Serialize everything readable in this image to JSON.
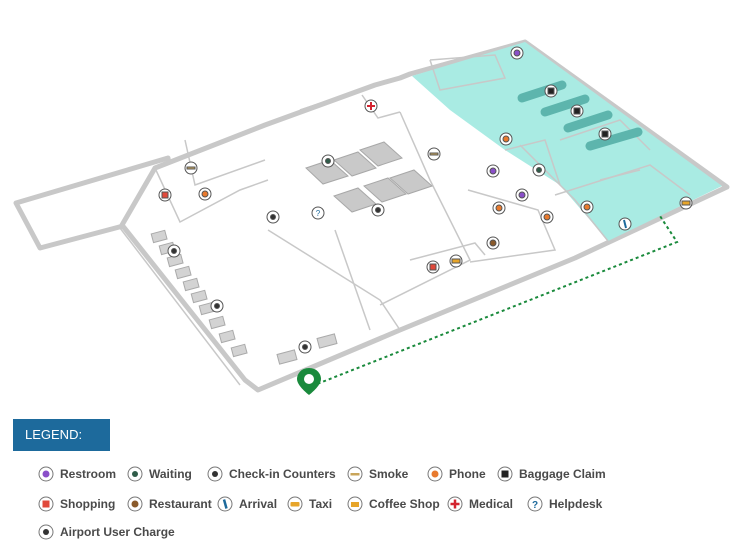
{
  "legend": {
    "heading": "LEGEND:",
    "items": [
      {
        "label": "Restroom",
        "icon": "restroom-icon"
      },
      {
        "label": "Waiting",
        "icon": "waiting-icon"
      },
      {
        "label": "Check-in Counters",
        "icon": "check-in-icon"
      },
      {
        "label": "Smoke",
        "icon": "smoke-icon"
      },
      {
        "label": "Phone",
        "icon": "phone-icon"
      },
      {
        "label": "Baggage Claim",
        "icon": "baggage-claim-icon"
      },
      {
        "label": "Shopping",
        "icon": "shopping-icon"
      },
      {
        "label": "Restaurant",
        "icon": "restaurant-icon"
      },
      {
        "label": "Arrival",
        "icon": "arrival-icon"
      },
      {
        "label": "Taxi",
        "icon": "taxi-icon"
      },
      {
        "label": "Coffee Shop",
        "icon": "coffee-shop-icon"
      },
      {
        "label": "Medical",
        "icon": "medical-icon"
      },
      {
        "label": "Helpdesk",
        "icon": "helpdesk-icon"
      },
      {
        "label": "Airport User Charge",
        "icon": "airport-user-charge-icon"
      }
    ]
  },
  "map": {
    "highlight_color": "#a9ebe3",
    "route_color": "#1a8a3c",
    "marker_color": "#1a8a3c"
  }
}
